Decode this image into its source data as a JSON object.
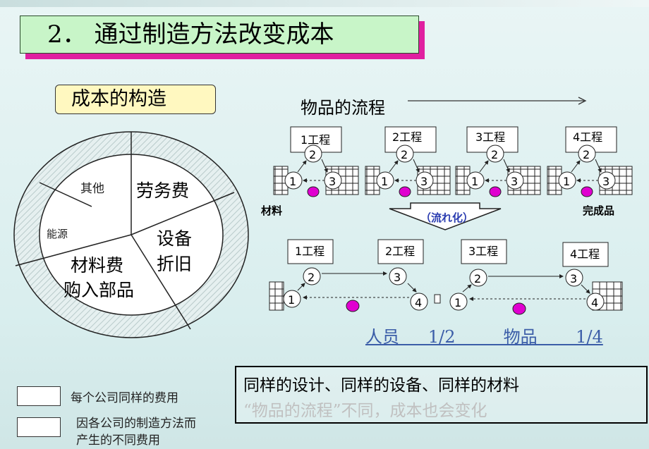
{
  "title": "2．  通过制造方法改变成本",
  "cost_structure": {
    "label": "成本的构造",
    "segments": {
      "other": "其他",
      "labor": "劳务费",
      "equipment_line1": "设备",
      "equipment_line2": "折旧",
      "energy": "能源",
      "material_line1": "材料费",
      "material_line2": "购入部品"
    }
  },
  "flow": {
    "label": "物品的流程",
    "processes": [
      "1工程",
      "2工程",
      "3工程",
      "4工程"
    ],
    "material_label": "材料",
    "finished_label": "完成品",
    "transition_label": "（流れ化）",
    "node_1": "1",
    "node_2": "2",
    "node_3": "3",
    "node_4": "4"
  },
  "ratio_text": "人员   1/2     物品    1/4",
  "note": {
    "line1": "同样的设计、同样的设备、同样的材料",
    "line2": "“物品的流程”不同，成本也会变化"
  },
  "legend": {
    "item1": "每个公司同样的费用",
    "item2_line1": "因各公司的制造方法而",
    "item2_line2": "产生的不同费用"
  },
  "colors": {
    "title_bg": "#c8f5c8",
    "title_shadow": "#e020a0",
    "worker": "#e000d0",
    "hatch": "#bfcfcf",
    "ratio_text": "#3b5da8"
  }
}
